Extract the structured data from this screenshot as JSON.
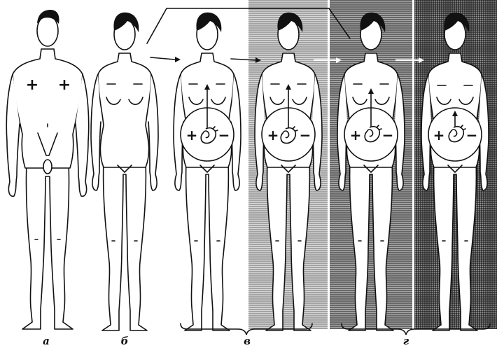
{
  "labels": {
    "a": "а",
    "b": "б",
    "v": "в",
    "g": "г"
  },
  "signs": {
    "plus": "+",
    "minus": "−"
  },
  "colors": {
    "ink": "#111111",
    "paper": "#ffffff",
    "bg_light": "#c9c9c9",
    "bg_mid": "#8f8f8f",
    "bg_dark": "#3a3a3a"
  },
  "icons": [
    "male-figure-icon",
    "female-figure-icon",
    "embryo-icon",
    "arrow-icon"
  ]
}
